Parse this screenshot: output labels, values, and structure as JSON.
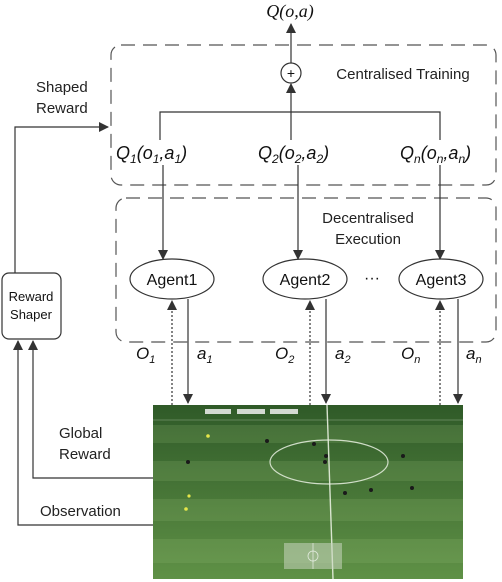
{
  "top_output": "Q(o,a)",
  "plus": "+",
  "centralised_training": "Centralised Training",
  "decentralised_execution": [
    "Decentralised",
    "Execution"
  ],
  "shaped_reward": [
    "Shaped",
    "Reward"
  ],
  "reward_shaper": [
    "Reward",
    "Shaper"
  ],
  "global_reward": [
    "Global",
    "Reward"
  ],
  "observation": "Observation",
  "q_functions": [
    {
      "base": "Q",
      "sub": "1",
      "open": "(",
      "o": "o",
      "osub": "1",
      "comma": ",",
      "a": "a",
      "asub": "1",
      "close": ")"
    },
    {
      "base": "Q",
      "sub": "2",
      "open": "(",
      "o": "o",
      "osub": "2",
      "comma": ",",
      "a": "a",
      "asub": "2",
      "close": ")"
    },
    {
      "base": "Q",
      "sub": "n",
      "open": "(",
      "o": "o",
      "osub": "n",
      "comma": ",",
      "a": "a",
      "asub": "n",
      "close": ")"
    }
  ],
  "agents": [
    "Agent1",
    "Agent2",
    "Agent3"
  ],
  "ellipsis": "···",
  "obs_labels": [
    {
      "base": "O",
      "sub": "1"
    },
    {
      "base": "O",
      "sub": "2"
    },
    {
      "base": "O",
      "sub": "n"
    }
  ],
  "act_labels": [
    {
      "base": "a",
      "sub": "1"
    },
    {
      "base": "a",
      "sub": "2"
    },
    {
      "base": "a",
      "sub": "n"
    }
  ],
  "colors": {
    "line": "#333333",
    "pitch_dark": "#3e6b2f",
    "pitch_light": "#5b8a44",
    "pitch_line": "#e8f0e0"
  }
}
